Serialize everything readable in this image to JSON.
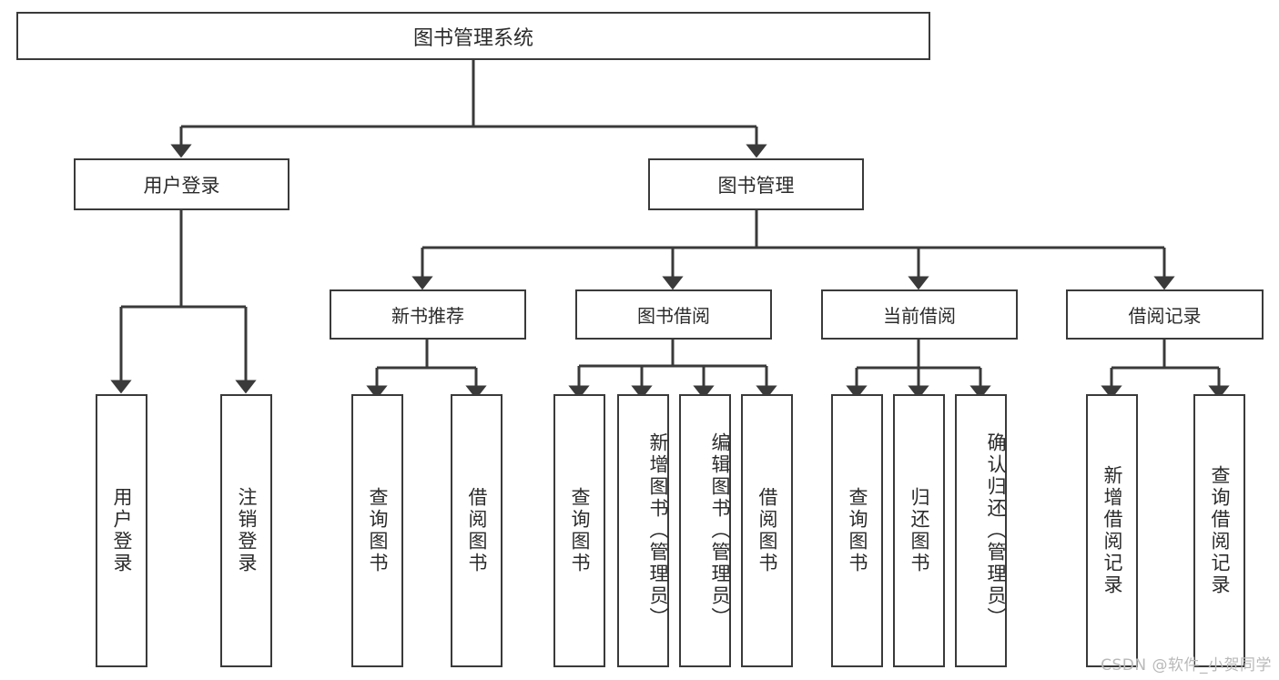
{
  "diagram": {
    "type": "tree-hierarchy-diagram",
    "title": "图书管理系统",
    "line_color": "#3a3a3a",
    "box_fill": "#ffffff",
    "text_color": "#2b2b2b",
    "root": {
      "id": "root",
      "label": "图书管理系统"
    },
    "level1": [
      {
        "id": "user-login",
        "label": "用户登录"
      },
      {
        "id": "book-management",
        "label": "图书管理"
      }
    ],
    "level2": [
      {
        "id": "new-book-recommend",
        "label": "新书推荐",
        "parent": "book-management"
      },
      {
        "id": "book-borrow",
        "label": "图书借阅",
        "parent": "book-management"
      },
      {
        "id": "current-borrow",
        "label": "当前借阅",
        "parent": "book-management"
      },
      {
        "id": "borrow-record",
        "label": "借阅记录",
        "parent": "book-management"
      }
    ],
    "leaves": [
      {
        "id": "leaf-user-login",
        "label": "用户登录",
        "parent": "user-login"
      },
      {
        "id": "leaf-logout-login",
        "label": "注销登录",
        "parent": "user-login"
      },
      {
        "id": "leaf-query-book-1",
        "label": "查询图书",
        "parent": "new-book-recommend"
      },
      {
        "id": "leaf-borrow-book-1",
        "label": "借阅图书",
        "parent": "new-book-recommend"
      },
      {
        "id": "leaf-query-book-2",
        "label": "查询图书",
        "parent": "book-borrow"
      },
      {
        "id": "leaf-add-book",
        "label": "新增图书（管理员）",
        "parent": "book-borrow"
      },
      {
        "id": "leaf-edit-book",
        "label": "编辑图书（管理员）",
        "parent": "book-borrow"
      },
      {
        "id": "leaf-borrow-book-2",
        "label": "借阅图书",
        "parent": "book-borrow"
      },
      {
        "id": "leaf-query-book-3",
        "label": "查询图书",
        "parent": "current-borrow"
      },
      {
        "id": "leaf-return-book",
        "label": "归还图书",
        "parent": "current-borrow"
      },
      {
        "id": "leaf-confirm-return",
        "label": "确认归还（管理员）",
        "parent": "current-borrow"
      },
      {
        "id": "leaf-add-record",
        "label": "新增借阅记录",
        "parent": "borrow-record"
      },
      {
        "id": "leaf-query-record",
        "label": "查询借阅记录",
        "parent": "borrow-record"
      }
    ]
  },
  "watermark": {
    "text": "CSDN @软件_小贺同学"
  }
}
